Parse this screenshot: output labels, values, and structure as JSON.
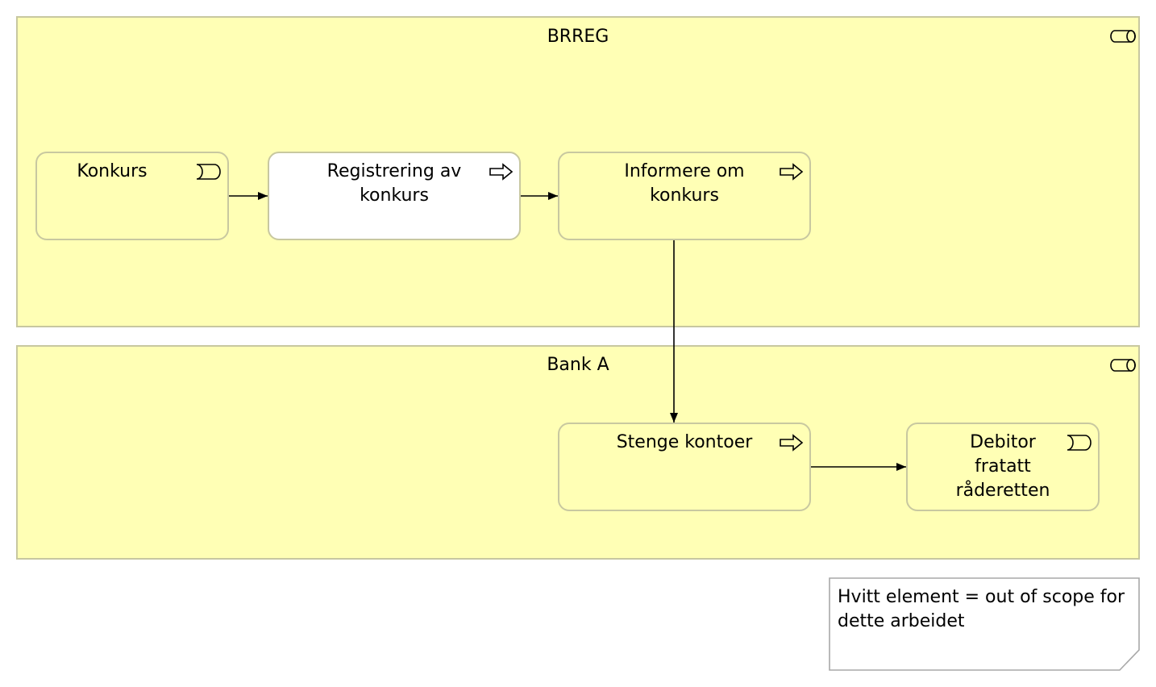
{
  "groups": {
    "brreg": {
      "title": "BRREG"
    },
    "bank_a": {
      "title": "Bank A"
    }
  },
  "nodes": {
    "konkurs": {
      "label": "Konkurs",
      "type": "event"
    },
    "registrering": {
      "label": "Registrering av\nkonkurs",
      "type": "process"
    },
    "informere": {
      "label": "Informere om\nkonkurs",
      "type": "process"
    },
    "stenge": {
      "label": "Stenge kontoer",
      "type": "process"
    },
    "debitor": {
      "label": "Debitor\nfratatt\nråderetten",
      "type": "event"
    }
  },
  "note": {
    "text": "Hvitt element = out of scope for dette arbeidet"
  },
  "colors": {
    "fill": "#ffffb5",
    "border": "#c8c8a0",
    "out_of_scope_fill": "#ffffff"
  }
}
